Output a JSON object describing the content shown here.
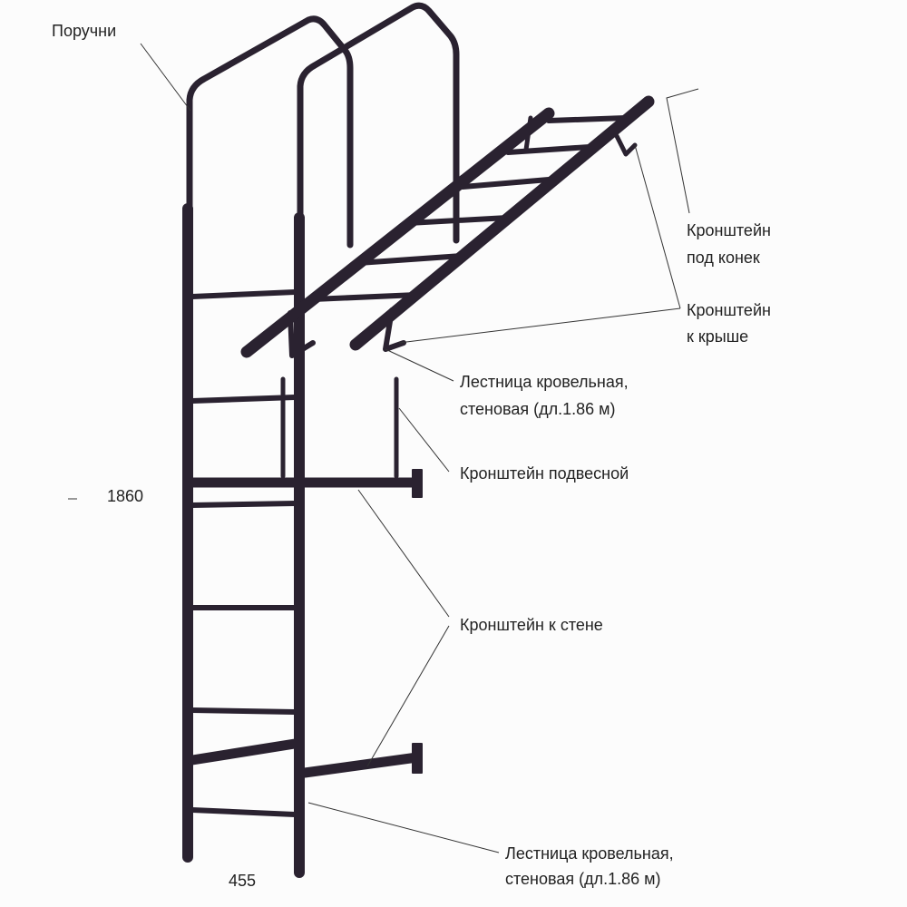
{
  "labels": {
    "handrails": "Поручни",
    "ridge_bracket": [
      "Кронштейн",
      "под конек"
    ],
    "roof_bracket": [
      "Кронштейн",
      "к крыше"
    ],
    "roof_ladder_top": [
      "Лестница кровельная,",
      "стеновая (дл.1.86 м)"
    ],
    "hanging_bracket": "Кронштейн подвесной",
    "wall_bracket": "Кронштейн к стене",
    "wall_ladder": [
      "Лестница кровельная,",
      "стеновая (дл.1.86 м)"
    ]
  },
  "dimensions": {
    "height": "1860",
    "width": "455"
  },
  "colors": {
    "metal": "#2a2230",
    "line": "#333333"
  }
}
